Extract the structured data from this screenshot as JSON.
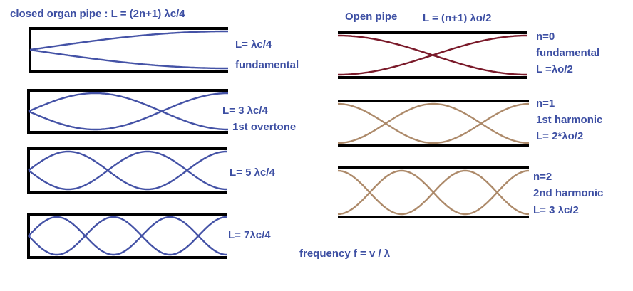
{
  "colors": {
    "label_blue": "#3d4fa3",
    "wave_blue": "#4452a6",
    "wave_maroon": "#7a1a2a",
    "wave_tan": "#ad8a6a",
    "pipe_black": "#000000"
  },
  "headers": {
    "closed": "closed organ pipe :  L = (2n+1) λc/4",
    "open_title": "Open pipe",
    "open_formula": "L = (n+1) λo/2"
  },
  "closed_pipes": [
    {
      "lines": [
        "L= λc/4",
        "fundamental"
      ],
      "quarter_wavelengths": 1
    },
    {
      "lines": [
        "L= 3 λc/4",
        "1st overtone"
      ],
      "quarter_wavelengths": 3
    },
    {
      "lines": [
        "L= 5 λc/4"
      ],
      "quarter_wavelengths": 5
    },
    {
      "lines": [
        "L= 7λc/4"
      ],
      "quarter_wavelengths": 7
    }
  ],
  "open_pipes": [
    {
      "lines": [
        "n=0",
        "fundamental",
        "L =λo/2"
      ],
      "half_wavelengths": 1
    },
    {
      "lines": [
        "n=1",
        "1st harmonic",
        "L= 2*λo/2"
      ],
      "half_wavelengths": 2
    },
    {
      "lines": [
        "n=2",
        "2nd harmonic",
        "L= 3 λc/2"
      ],
      "half_wavelengths": 3
    }
  ],
  "footer": "frequency f = v / λ"
}
